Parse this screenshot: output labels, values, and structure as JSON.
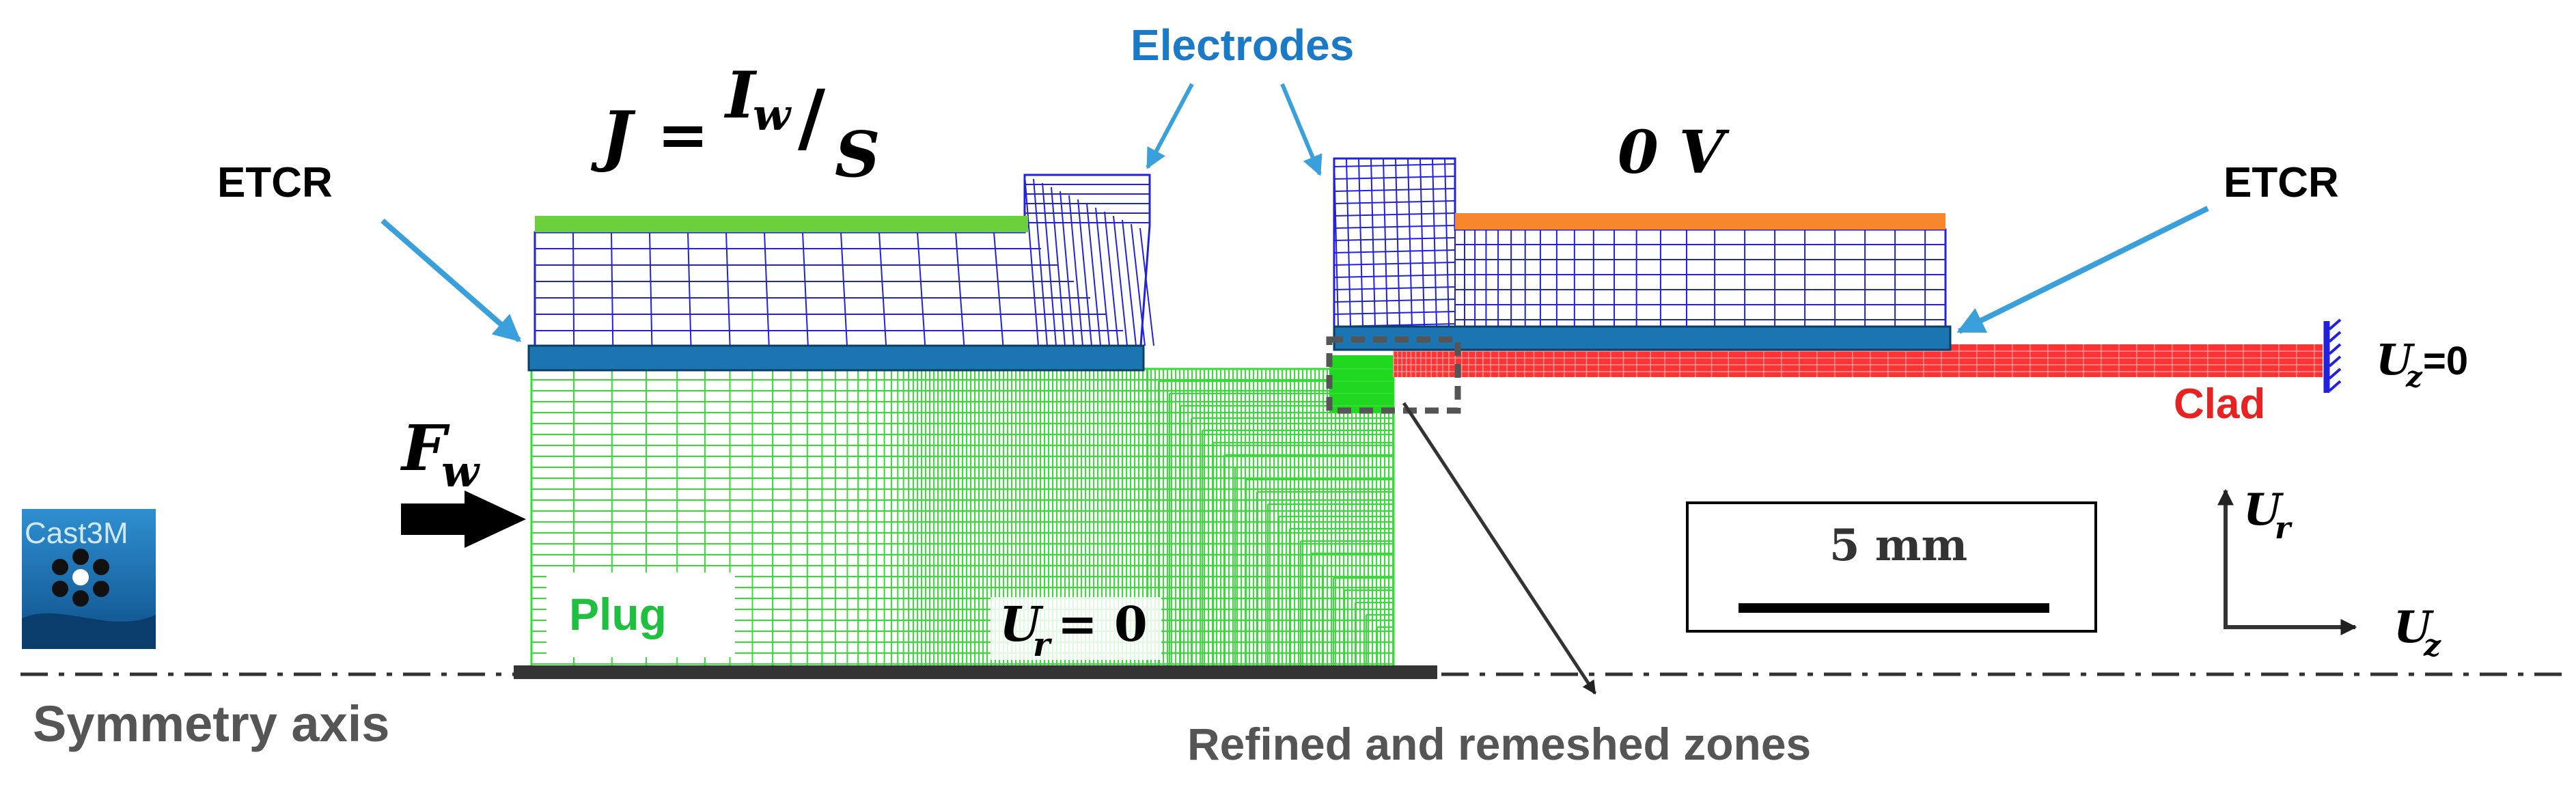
{
  "labels": {
    "electrodes": "Electrodes",
    "etcr_left": "ETCR",
    "etcr_right": "ETCR",
    "clad": "Clad",
    "plug": "Plug",
    "symmetry_axis": "Symmetry axis",
    "refined_zones": "Refined and remeshed zones",
    "zero_volt": "0 V",
    "uz_zero": "=0",
    "scale_bar": "5 mm",
    "logo": "Cast3M"
  },
  "math": {
    "current_density_J": "J",
    "current_density_eq": "=",
    "current_density_I": "I",
    "current_density_w": "w",
    "current_density_slash": "/",
    "current_density_S": "S",
    "force_F": "F",
    "force_w": "w",
    "ur_U": "U",
    "ur_r": "r",
    "ur_eq": "= 0",
    "uz_U": "U",
    "uz_z": "z",
    "axis_r_U": "U",
    "axis_r_r": "r",
    "axis_z_U": "U",
    "axis_z_z": "z"
  },
  "colors": {
    "electrodes_label": "#1a7ac8",
    "arrow_blue": "#3aa0dc",
    "mesh_blue": "#2222dd",
    "mesh_green": "#33dd33",
    "plug_label": "#1fbf3f",
    "clad_red": "#ff3333",
    "clad_label": "#e62222",
    "etcr_bar": "#1a75b0",
    "electrode_green": "#6ccf3c",
    "electrode_orange": "#f7862c",
    "axis_dark": "#333333",
    "text_gray": "#555555",
    "black": "#000000"
  }
}
